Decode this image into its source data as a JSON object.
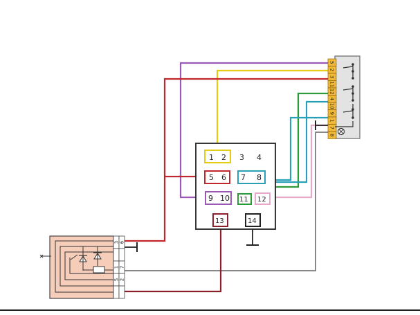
{
  "colors": {
    "red": "#c0262c",
    "yellow": "#e8cc14",
    "purple": "#9b59b6",
    "teal": "#2aa0b8",
    "green": "#2e9b3b",
    "pink": "#e8a8c8",
    "gray": "#888888",
    "black": "#222222",
    "maroon": "#8b1f2c",
    "connector_fill": "#f2b936",
    "relay_fill": "#f6cdb8"
  },
  "module_pins": {
    "p1": "1",
    "p2": "2",
    "p3": "3",
    "p4": "4",
    "p5": "5",
    "p6": "6",
    "p7": "7",
    "p8": "8",
    "p9": "9",
    "p10": "10",
    "p11": "11",
    "p12": "12",
    "p13": "13",
    "p14": "14"
  },
  "right_connector_pins": [
    "5",
    "2",
    "3",
    "11",
    "12",
    "4",
    "10",
    "9",
    "1",
    "7",
    "8"
  ],
  "relay_pins": [
    "3",
    "6",
    "",
    "",
    "1",
    "7",
    "5",
    "2",
    "",
    ""
  ]
}
